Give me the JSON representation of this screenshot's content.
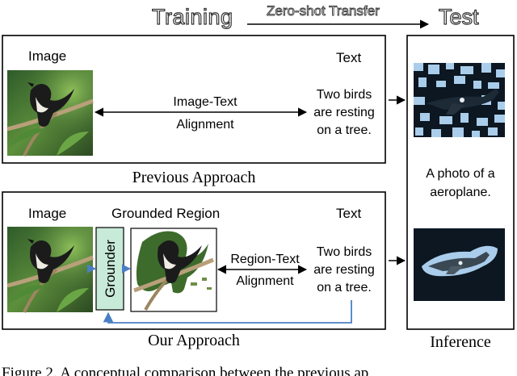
{
  "header": {
    "training": "Training",
    "transfer": "Zero-shot Transfer",
    "test": "Test"
  },
  "previous": {
    "image_label": "Image",
    "text_label": "Text",
    "align_line1": "Image-Text",
    "align_line2": "Alignment",
    "caption_line1": "Two birds",
    "caption_line2": "are resting",
    "caption_line3": "on a tree.",
    "title": "Previous Approach"
  },
  "ours": {
    "image_label": "Image",
    "region_label": "Grounded Region",
    "text_label": "Text",
    "grounder": "Grounder",
    "align_line1": "Region-Text",
    "align_line2": "Alignment",
    "caption_line1": "Two birds",
    "caption_line2": "are resting",
    "caption_line3": "on a tree.",
    "title": "Our Approach"
  },
  "inference": {
    "prompt_line1": "A photo of a",
    "prompt_line2": "aeroplane.",
    "title": "Inference"
  },
  "figure_caption": "Figure 2. A conceptual comparison between the previous ap",
  "colors": {
    "grounder_fill": "#c8ead9",
    "feedback_arrow": "#4a7fc4",
    "mask_blue": "#a9cdea",
    "plane_bg": "#0c1722"
  }
}
